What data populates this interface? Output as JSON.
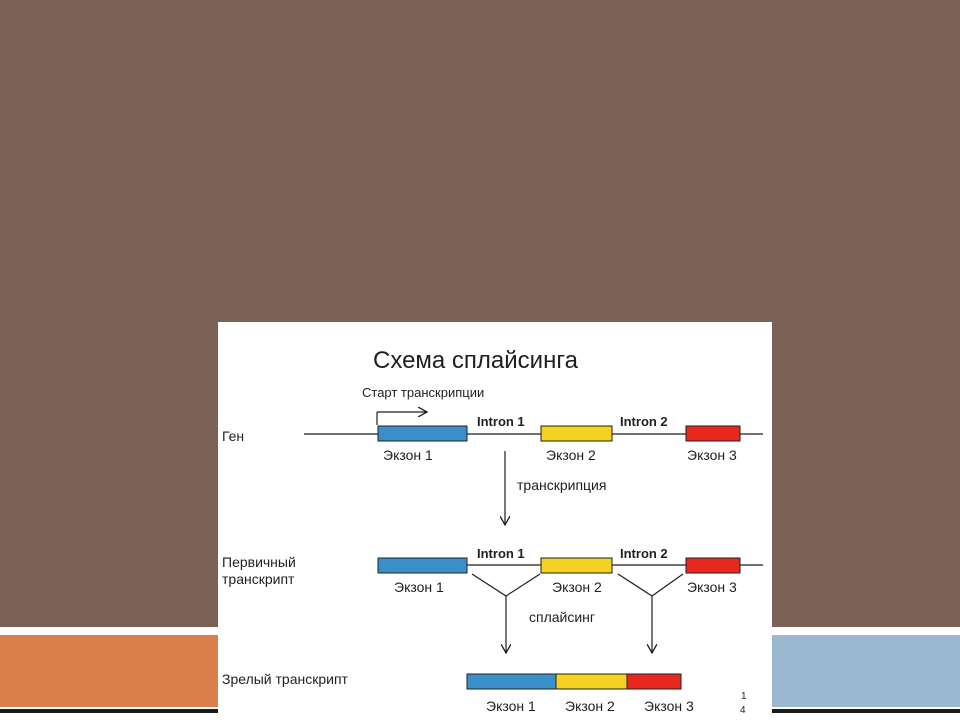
{
  "colors": {
    "background": "#7a6055",
    "band_left": "#d9804a",
    "band_right": "#9ab8d0",
    "exon1": "#3b8fc9",
    "exon2": "#f5d21f",
    "exon3": "#e8281e"
  },
  "diagram": {
    "title": "Схема сплайсинга",
    "start_label": "Старт транскрипции",
    "gene": {
      "label": "Ген",
      "intron1": "Intron 1",
      "intron2": "Intron 2",
      "exon1": "Экзон 1",
      "exon2": "Экзон 2",
      "exon3": "Экзон 3"
    },
    "transcription_label": "транскрипция",
    "primary": {
      "label_line1": "Первичный",
      "label_line2": "транскрипт",
      "intron1": "Intron 1",
      "intron2": "Intron 2",
      "exon1": "Экзон 1",
      "exon2": "Экзон 2",
      "exon3": "Экзон 3"
    },
    "splicing_label": "сплайсинг",
    "mature": {
      "label": "Зрелый транскрипт",
      "exon1": "Экзон 1",
      "exon2": "Экзон 2",
      "exon3": "Экзон 3"
    },
    "page_number_top": "1",
    "page_number_bottom": "4"
  }
}
